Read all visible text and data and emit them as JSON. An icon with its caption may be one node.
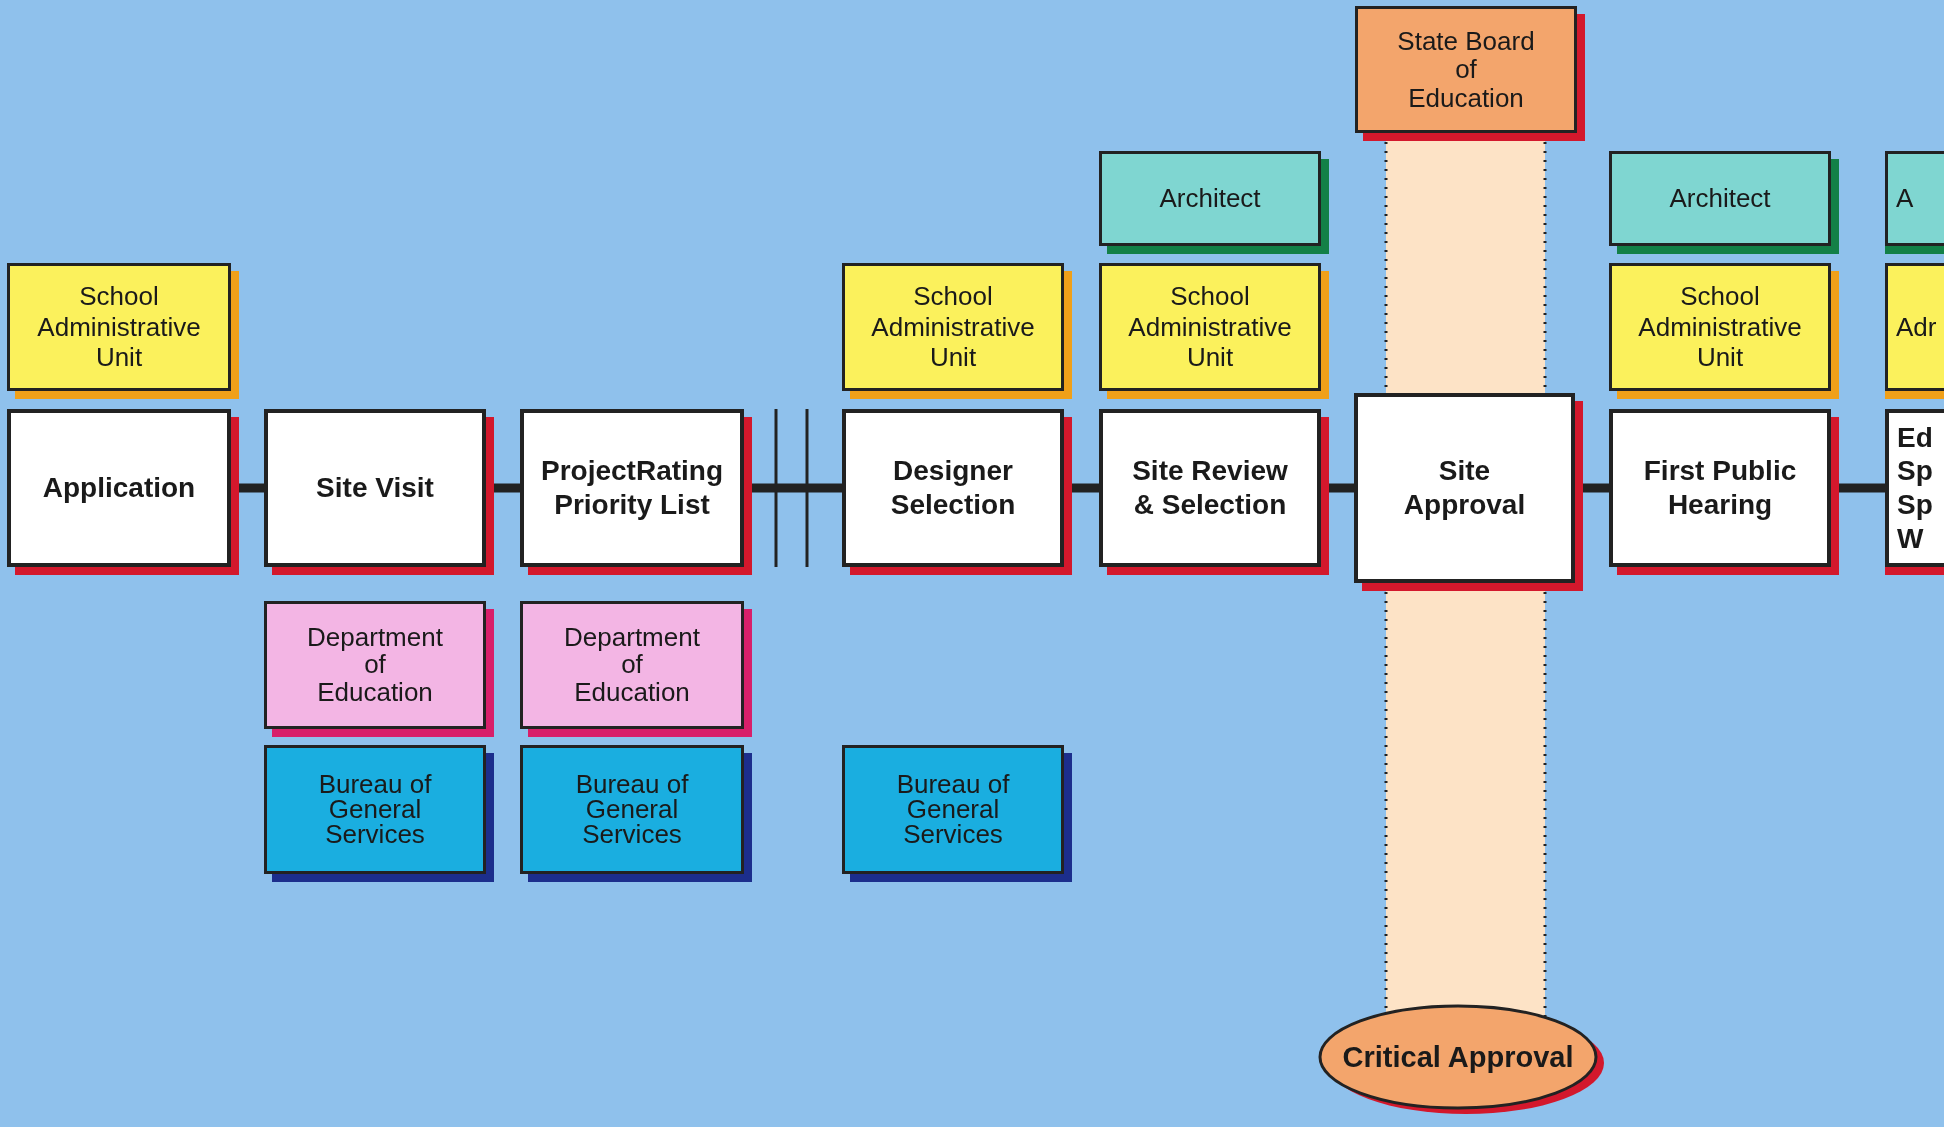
{
  "diagram": {
    "nodes": [
      {
        "text": [
          "State Board of Education"
        ]
      },
      {
        "text": [
          "Architect"
        ]
      },
      {
        "text": [
          "Architect"
        ]
      },
      {
        "text": [
          "A"
        ]
      },
      {
        "text": [
          "School Administrative Unit"
        ]
      },
      {
        "text": [
          "School Administrative Unit"
        ]
      },
      {
        "text": [
          "School Administrative Unit"
        ]
      },
      {
        "text": [
          "School Administrative Unit"
        ]
      },
      {
        "text": [
          "Adr"
        ]
      },
      {
        "text": [
          "Application"
        ]
      },
      {
        "text": [
          "Site Visit"
        ]
      },
      {
        "text": [
          "ProjectRating Priority List"
        ]
      },
      {
        "text": [
          "Designer Selection"
        ]
      },
      {
        "text": [
          "Site Review & Selection"
        ]
      },
      {
        "text": [
          "Site Approval"
        ]
      },
      {
        "text": [
          "First Public Hearing"
        ]
      },
      {
        "text": [
          "Ed Sp Sp W"
        ]
      },
      {
        "text": [
          "Department of Education"
        ]
      },
      {
        "text": [
          "Department of Education"
        ]
      },
      {
        "text": [
          "Bureau of General Services"
        ]
      },
      {
        "text": [
          "Bureau of General Services"
        ]
      },
      {
        "text": [
          "Bureau of General Services"
        ]
      },
      {
        "text": [
          "Critical Approval"
        ]
      }
    ],
    "edges": [
      {
        "from": 9,
        "to": 10,
        "arrow": "none"
      },
      {
        "from": 10,
        "to": 11,
        "arrow": "none"
      },
      {
        "from": 11,
        "to": 12,
        "arrow": "none"
      },
      {
        "from": 12,
        "to": 13,
        "arrow": "none"
      },
      {
        "from": 13,
        "to": 14,
        "arrow": "none"
      },
      {
        "from": 14,
        "to": 15,
        "arrow": "none"
      },
      {
        "from": 15,
        "to": 16,
        "arrow": "none"
      }
    ]
  }
}
